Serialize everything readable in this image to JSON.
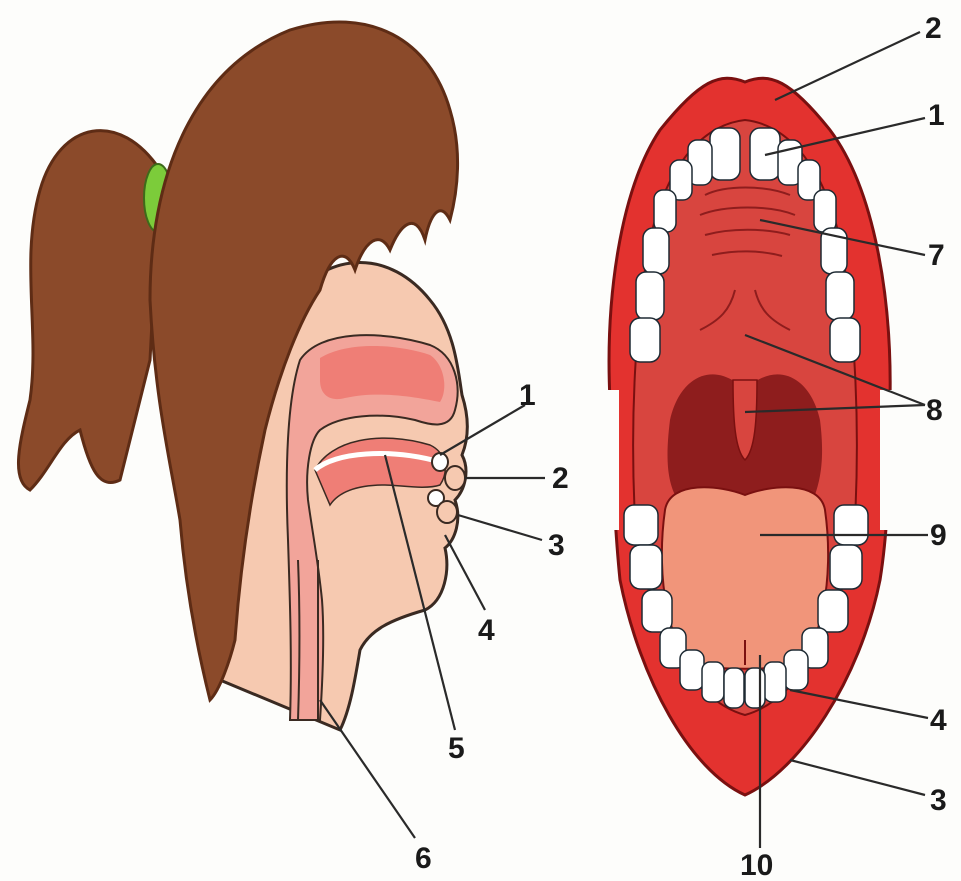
{
  "colors": {
    "hair": "#8b4a2a",
    "hair_dark": "#5e2c15",
    "hair_tie": "#7ccc3a",
    "skin": "#f6c9b0",
    "mucosa": "#f2a49a",
    "cavity": "#ef7e76",
    "lip_red": "#e3322f",
    "mouth_inner": "#d8453f",
    "throat": "#8e1d1d",
    "tongue": "#f1957a",
    "teeth": "#ffffff",
    "teeth_shade": "#c9e4ef"
  },
  "profile_labels": [
    {
      "id": "p1",
      "text": "1"
    },
    {
      "id": "p2",
      "text": "2"
    },
    {
      "id": "p3",
      "text": "3"
    },
    {
      "id": "p4",
      "text": "4"
    },
    {
      "id": "p5",
      "text": "5"
    },
    {
      "id": "p6",
      "text": "6"
    }
  ],
  "mouth_labels": [
    {
      "id": "m2",
      "text": "2"
    },
    {
      "id": "m1",
      "text": "1"
    },
    {
      "id": "m7",
      "text": "7"
    },
    {
      "id": "m8",
      "text": "8"
    },
    {
      "id": "m9",
      "text": "9"
    },
    {
      "id": "m4",
      "text": "4"
    },
    {
      "id": "m3",
      "text": "3"
    },
    {
      "id": "m10",
      "text": "10"
    }
  ]
}
